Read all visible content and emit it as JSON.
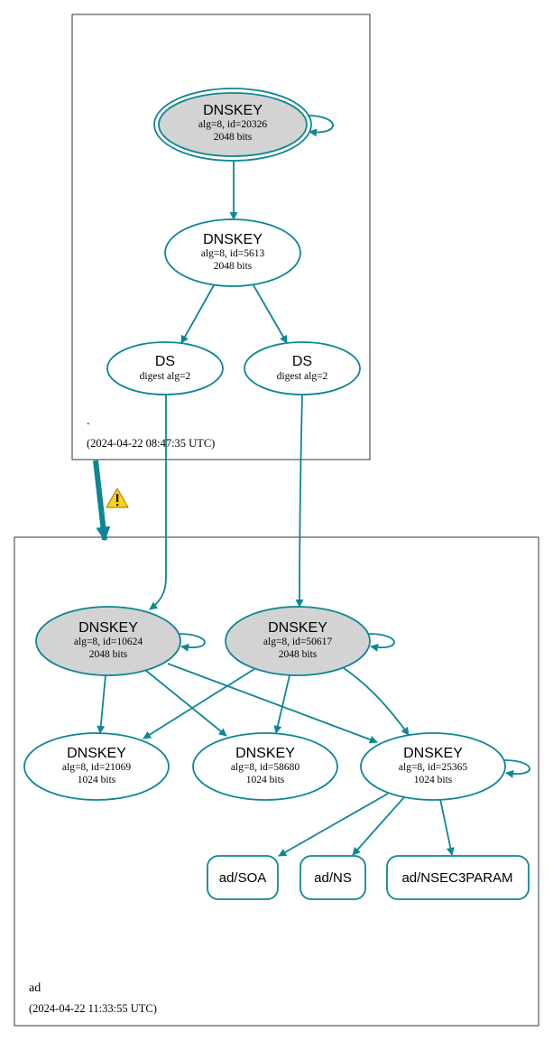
{
  "colors": {
    "edge": "#0e8695",
    "node_stroke": "#0e8695",
    "sep_fill": "#d3d3d3",
    "zone_border": "#333333",
    "warning_fill": "#f7d31e"
  },
  "zones": {
    "root": {
      "name": ".",
      "timestamp": "(2024-04-22 08:47:35 UTC)"
    },
    "ad": {
      "name": "ad",
      "timestamp": "(2024-04-22 11:33:55 UTC)"
    }
  },
  "nodes": {
    "root_ksk": {
      "title": "DNSKEY",
      "alg_id": "alg=8, id=20326",
      "bits": "2048 bits"
    },
    "root_zsk": {
      "title": "DNSKEY",
      "alg_id": "alg=8, id=5613",
      "bits": "2048 bits"
    },
    "ds_left": {
      "title": "DS",
      "digest": "digest alg=2"
    },
    "ds_right": {
      "title": "DS",
      "digest": "digest alg=2"
    },
    "ad_ksk1": {
      "title": "DNSKEY",
      "alg_id": "alg=8, id=10624",
      "bits": "2048 bits"
    },
    "ad_ksk2": {
      "title": "DNSKEY",
      "alg_id": "alg=8, id=50617",
      "bits": "2048 bits"
    },
    "ad_zsk1": {
      "title": "DNSKEY",
      "alg_id": "alg=8, id=21069",
      "bits": "1024 bits"
    },
    "ad_zsk2": {
      "title": "DNSKEY",
      "alg_id": "alg=8, id=58680",
      "bits": "1024 bits"
    },
    "ad_zsk3": {
      "title": "DNSKEY",
      "alg_id": "alg=8, id=25365",
      "bits": "1024 bits"
    }
  },
  "rrsets": {
    "soa": "ad/SOA",
    "ns": "ad/NS",
    "nsec3param": "ad/NSEC3PARAM"
  },
  "warning_icon": "warning-triangle-icon"
}
